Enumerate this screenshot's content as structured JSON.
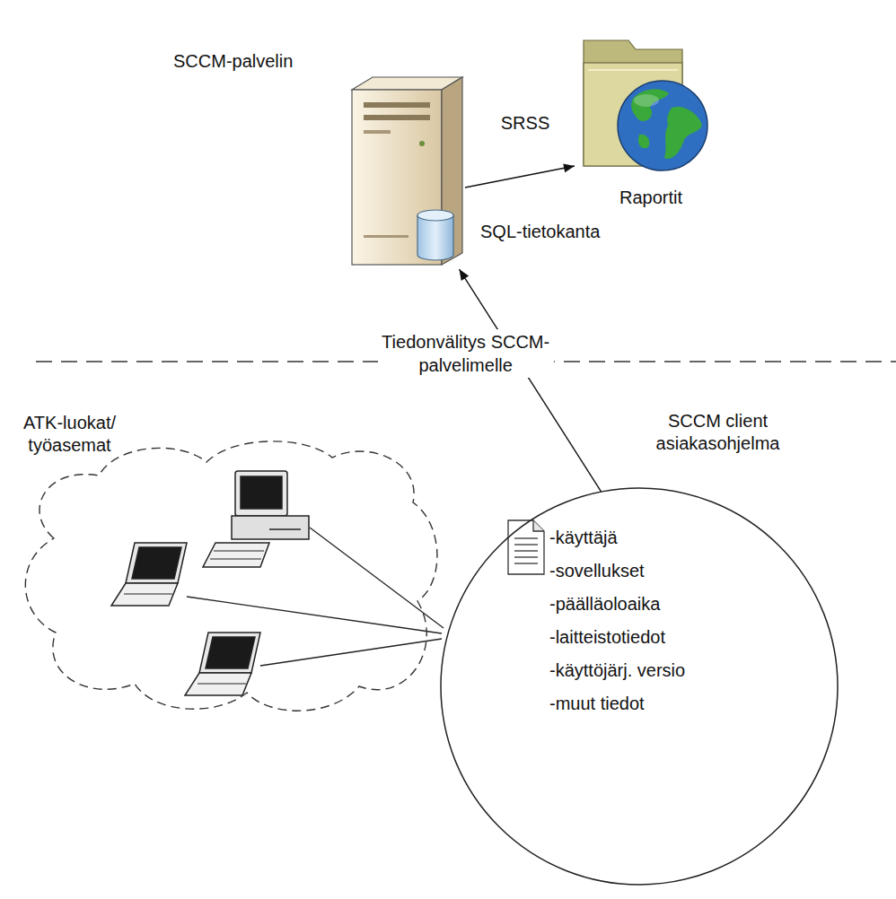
{
  "diagram": {
    "nodes": [
      {
        "text": [
          "SCCM-palvelin",
          "SQL-tietokanta"
        ]
      },
      {
        "text": [
          "Raportit"
        ]
      },
      {
        "text": [
          "ATK-luokat/ työasemat"
        ]
      },
      {
        "text": [
          "SCCM client asiakasohjelma",
          "-käyttäjä",
          "-sovellukset",
          "-päälläoloaika",
          "-laitteistotiedot",
          "-käyttöjärj. versio",
          "-muut tiedot"
        ]
      }
    ],
    "edges": [
      {
        "from": 0,
        "to": 1,
        "label": "SRSS",
        "arrow": "to"
      },
      {
        "from": 3,
        "to": 0,
        "label": "Tiedonvälitys SCCM-palvelimelle",
        "arrow": "to"
      }
    ]
  }
}
